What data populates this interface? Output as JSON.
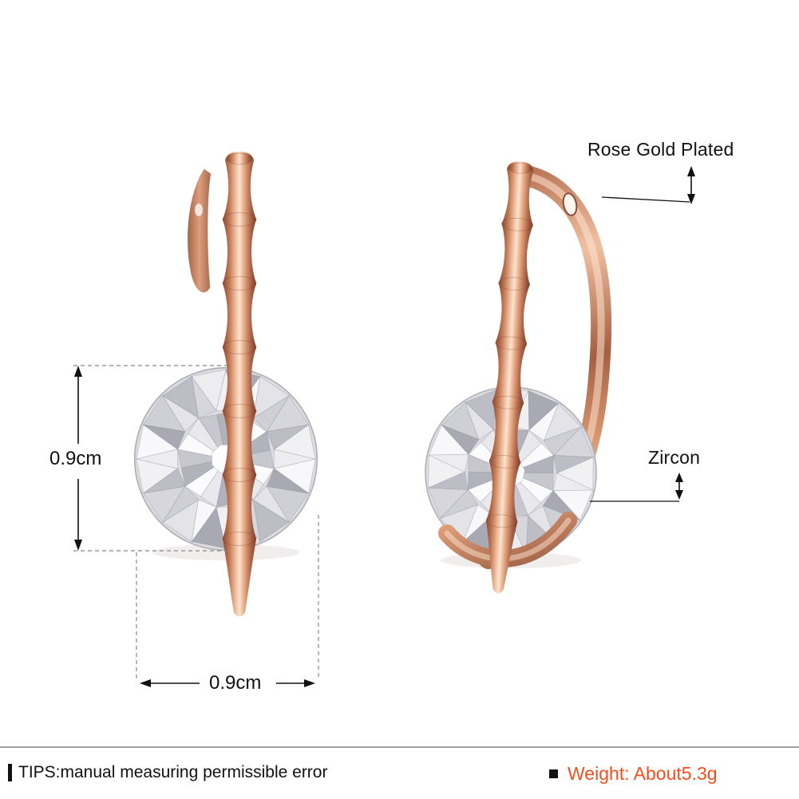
{
  "annotations": {
    "rose_gold_plated": "Rose Gold Plated",
    "zircon": "Zircon",
    "stone_height": "0.9cm",
    "stone_width": "0.9cm"
  },
  "footer": {
    "tips": "TIPS:manual measuring permissible error",
    "weight": "Weight: About5.3g"
  },
  "colors": {
    "accent_weight_text": "#f0501e",
    "rose_gold": "#c9805f",
    "zircon_stone": "#e9e9ec",
    "annotation_line": "#111111"
  }
}
